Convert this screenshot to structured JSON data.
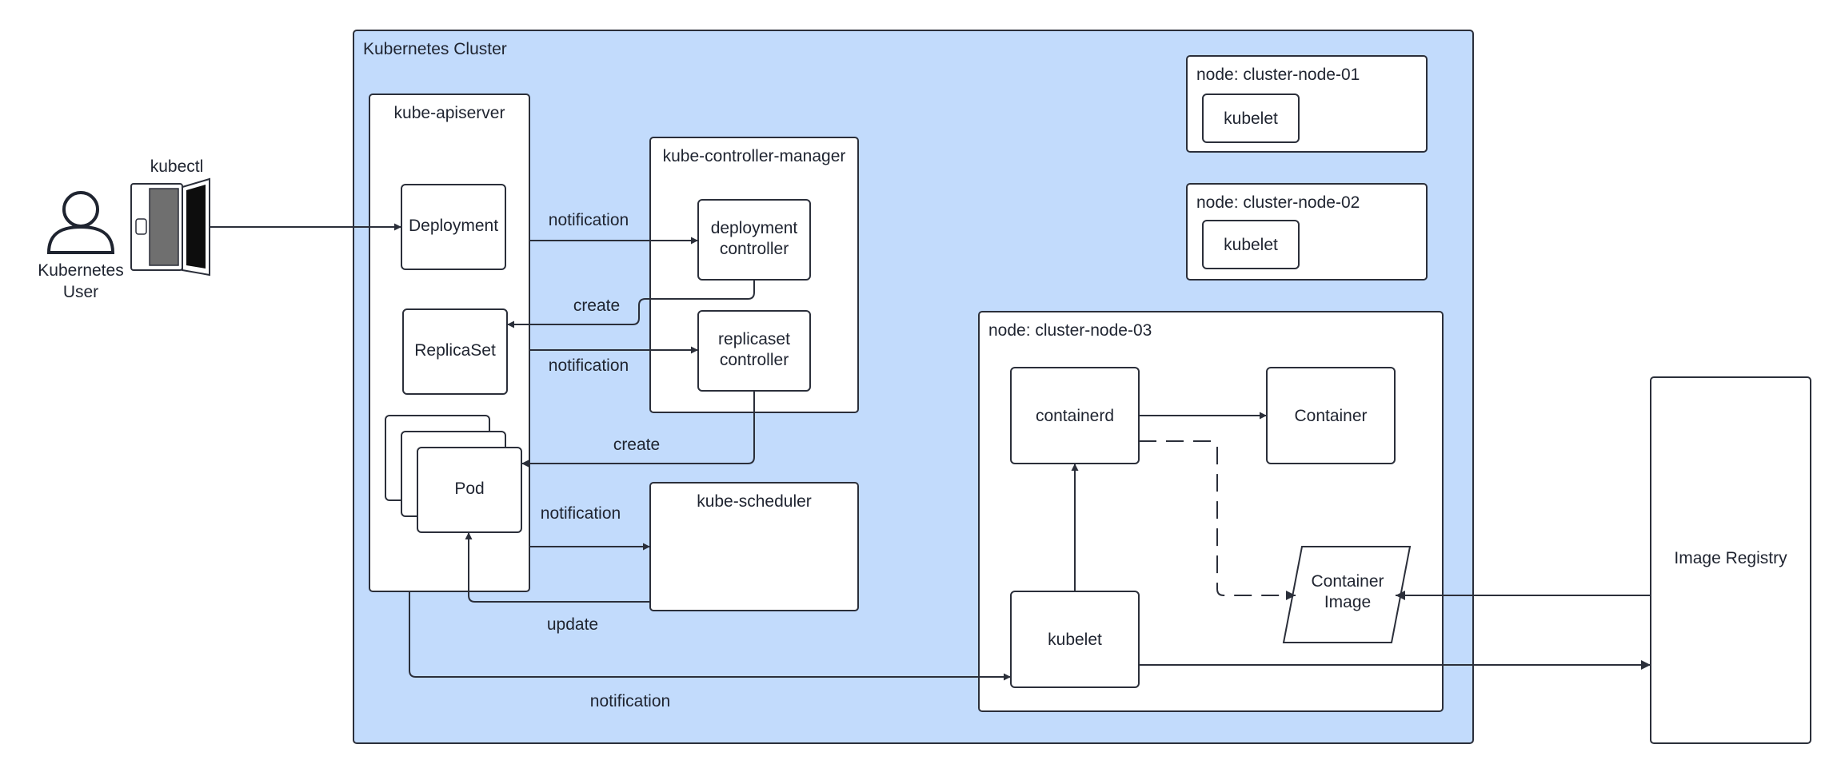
{
  "colors": {
    "cluster_fill": "#c2dbfc",
    "stroke": "#2b2f3a",
    "box_fill": "#ffffff",
    "text": "#1f2430"
  },
  "cluster": {
    "title": "Kubernetes Cluster"
  },
  "user": {
    "line1": "Kubernetes",
    "line2": "User",
    "icon": "user-icon"
  },
  "kubectl": {
    "label": "kubectl",
    "icon": "laptop-icon"
  },
  "apiserver": {
    "title": "kube-apiserver",
    "deployment": "Deployment",
    "replicaset": "ReplicaSet",
    "pod": "Pod"
  },
  "controller_manager": {
    "title": "kube-controller-manager",
    "deployment_controller": {
      "line1": "deployment",
      "line2": "controller"
    },
    "replicaset_controller": {
      "line1": "replicaset",
      "line2": "controller"
    }
  },
  "scheduler": {
    "title": "kube-scheduler"
  },
  "nodes": {
    "node1": {
      "title": "node: cluster-node-01",
      "kubelet": "kubelet"
    },
    "node2": {
      "title": "node: cluster-node-02",
      "kubelet": "kubelet"
    },
    "node3": {
      "title": "node: cluster-node-03",
      "containerd": "containerd",
      "container": "Container",
      "kubelet": "kubelet",
      "image": {
        "line1": "Container",
        "line2": "Image"
      }
    }
  },
  "registry": {
    "label": "Image Registry"
  },
  "edges": {
    "notification_deploy": "notification",
    "create_rs": "create",
    "notification_rs": "notification",
    "create_pod": "create",
    "notification_sched": "notification",
    "update": "update",
    "notification_kubelet": "notification"
  }
}
